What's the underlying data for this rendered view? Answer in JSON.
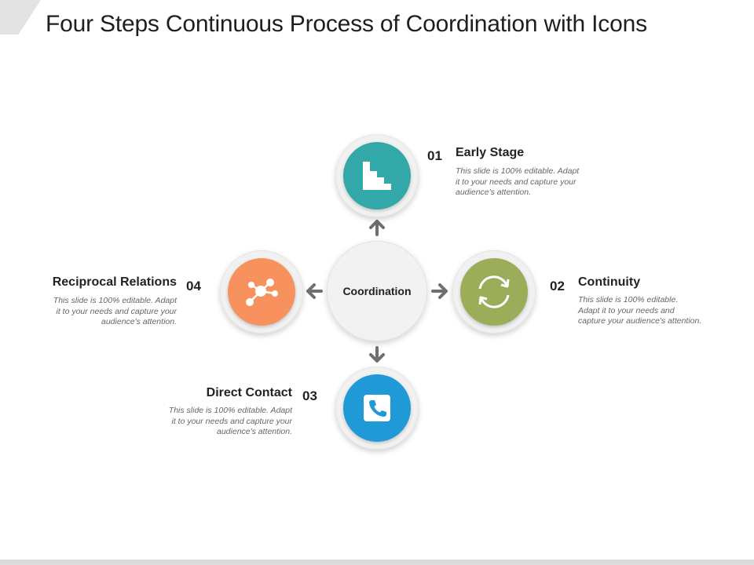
{
  "title": "Four Steps Continuous Process of Coordination with Icons",
  "center_label": "Coordination",
  "colors": {
    "teal": "#33a8a9",
    "olive": "#9cad5a",
    "blue": "#1f9ad6",
    "orange": "#f7925f",
    "arrow": "#6f6f6f"
  },
  "steps": [
    {
      "number": "01",
      "title": "Early Stage",
      "description": "This slide is 100% editable. Adapt\nit to your needs and capture your\naudience's attention.",
      "icon": "stairs-icon"
    },
    {
      "number": "02",
      "title": "Continuity",
      "description": "This slide is 100% editable.\nAdapt it to your needs and\ncapture your audience's attention.",
      "icon": "refresh-icon"
    },
    {
      "number": "03",
      "title": "Direct Contact",
      "description": "This slide is 100% editable. Adapt\nit to your needs and capture your\naudience's attention.",
      "icon": "phone-icon"
    },
    {
      "number": "04",
      "title": "Reciprocal Relations",
      "description": "This slide is 100% editable. Adapt\nit to your needs and capture your\naudience's attention.",
      "icon": "network-icon"
    }
  ]
}
